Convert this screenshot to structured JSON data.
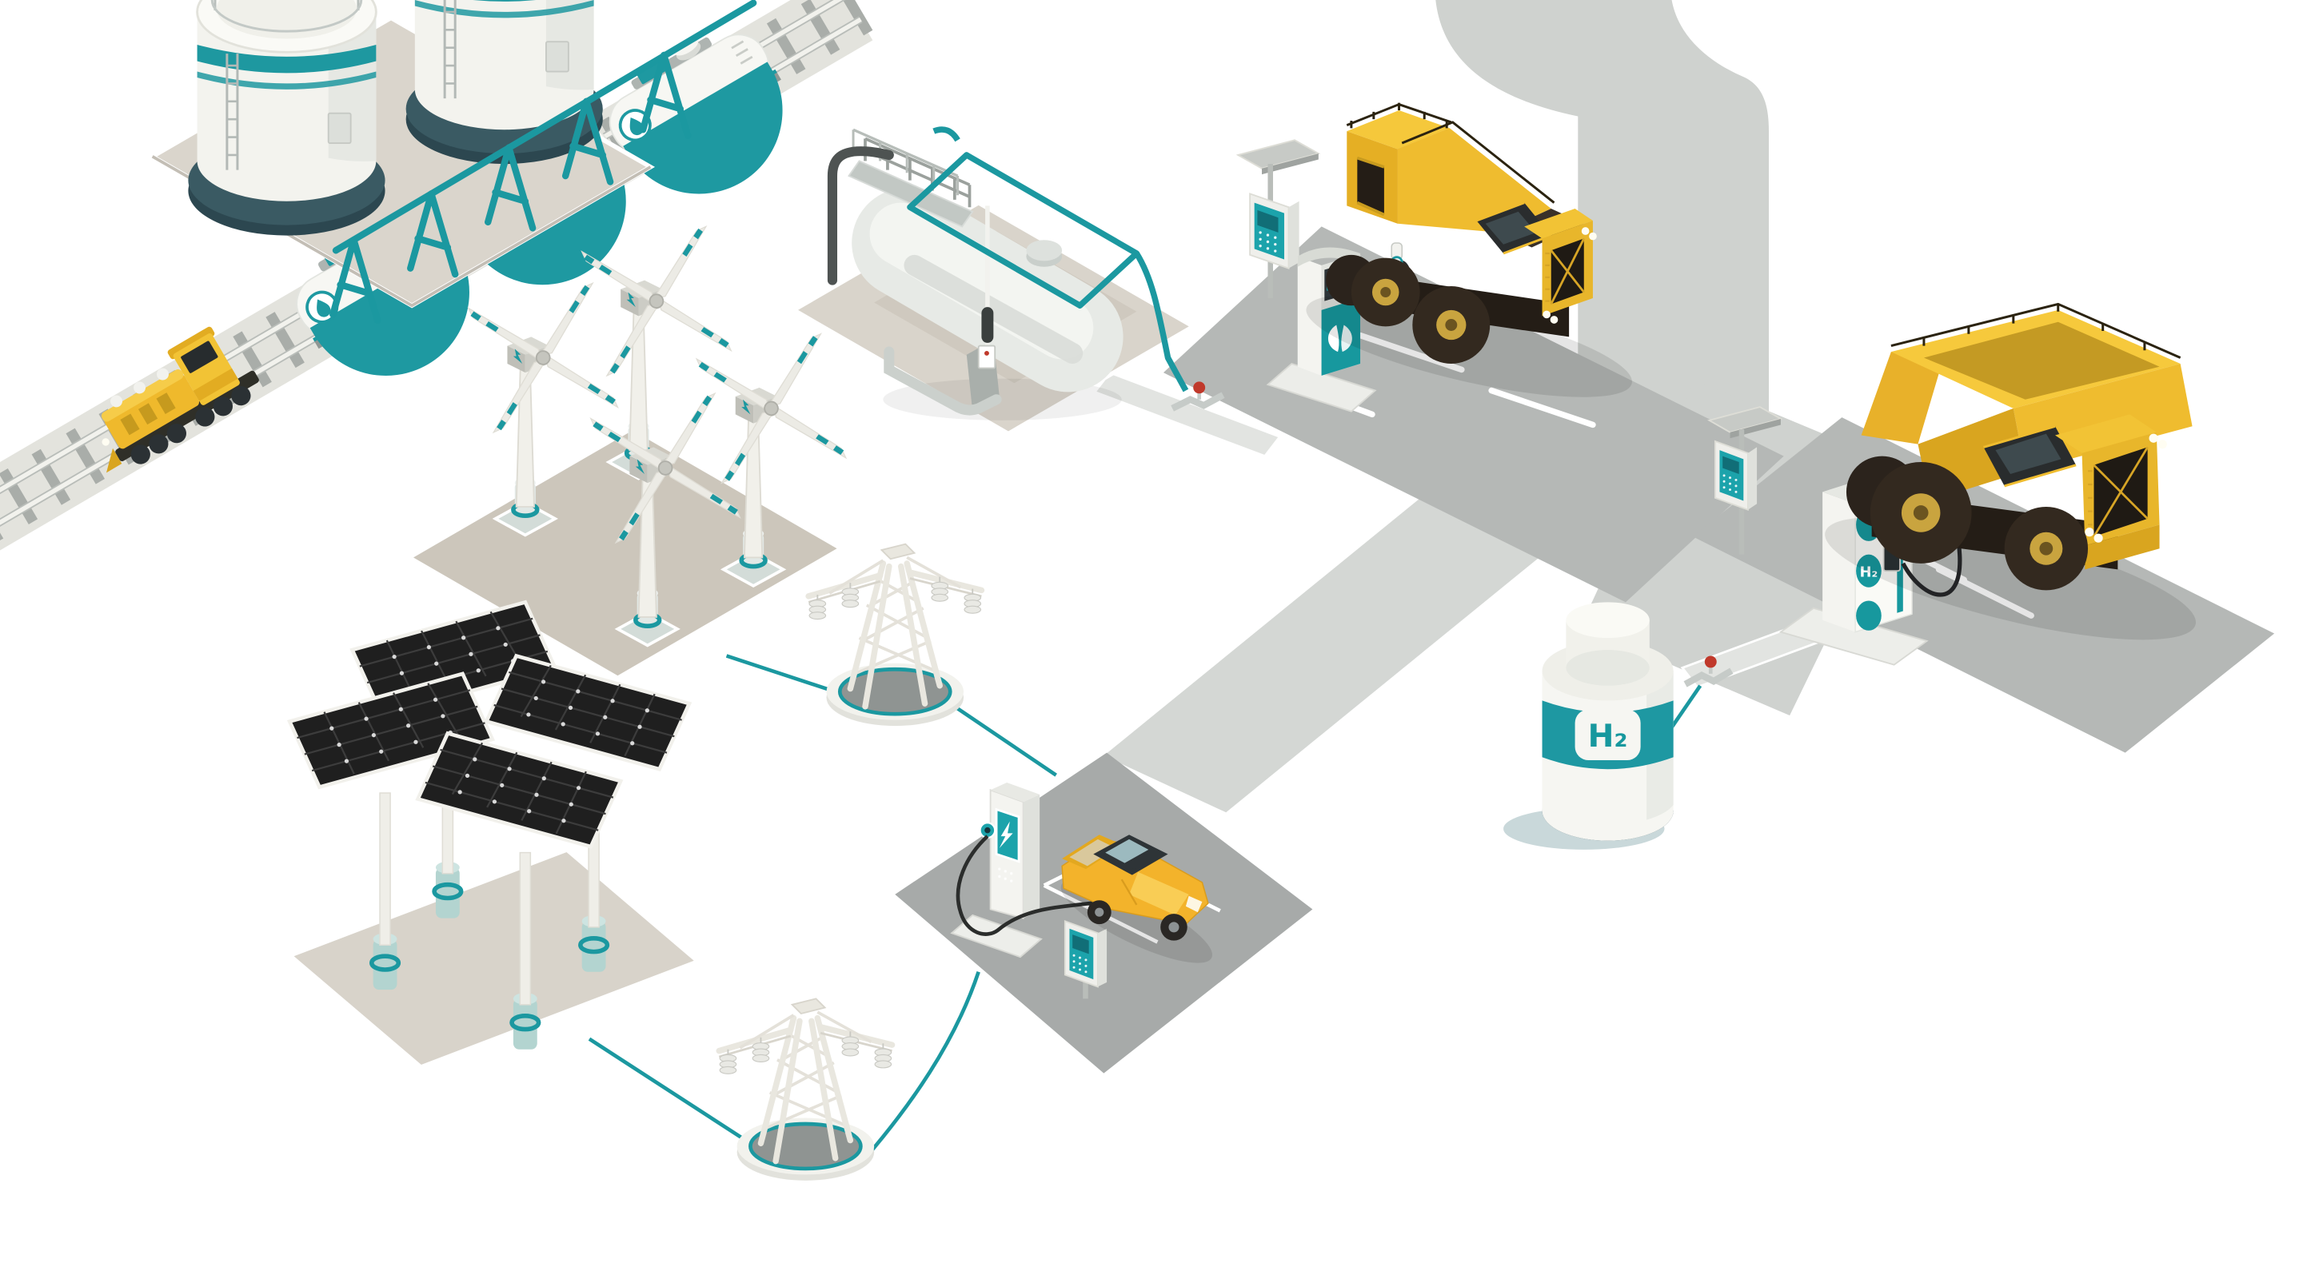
{
  "title": "Green hydrogen and electric mining infrastructure - isometric illustration",
  "labels": {
    "h2_storage_cylinder": "H₂",
    "h2_dispenser": "H₂"
  },
  "palette": {
    "teal": "#1B98A0",
    "teal_dark": "#116E77",
    "teal_screen": "#1CA3AB",
    "navy_base": "#23404A",
    "yellow": "#EFBC2F",
    "yellow_light": "#F6C93C",
    "yellow_dark": "#D9A51F",
    "taxi_yellow": "#F3B32B",
    "road_gray": "#CFD2CF",
    "road_light": "#D4D7D4",
    "pad_gray": "#B5B8B6",
    "pad_dark": "#A7AAA9",
    "walkway": "#E2E4E1",
    "platform_beige": "#D8D3CA",
    "platform_wind": "#CCC6BB",
    "ballast": "#E3E3DD",
    "tie_gray": "#A9ADA9",
    "tank_white": "#F6F6F2",
    "panel_black": "#1F1F1F",
    "tire": "#33291F",
    "cab_dark": "#2A2D2E",
    "valve_red": "#C0392B",
    "steel": "#A9AFAB"
  },
  "scene": {
    "items": [
      {
        "name": "fuel-storage-tanks",
        "desc": "two white cylindrical storage tanks with teal bands on a beige platform"
      },
      {
        "name": "tanker-train",
        "desc": "yellow locomotive pulling three white tanker cars with teal stripes and droplet badges"
      },
      {
        "name": "railroad-track",
        "desc": "diagonal railway with gray ties"
      },
      {
        "name": "loading-gantry",
        "desc": "teal pipe loading gantry along the railway"
      },
      {
        "name": "wind-turbine-farm",
        "desc": "four wind turbines with teal-striped blades on a platform"
      },
      {
        "name": "horizontal-gas-tank",
        "desc": "horizontal storage tank with railing, dark pipe and teal pipeline loop"
      },
      {
        "name": "biofuel-dispenser",
        "desc": "white and teal fuel dispenser with leaf logo serving a mining truck"
      },
      {
        "name": "mining-truck-flatbed",
        "desc": "yellow mining haul truck being refueled"
      },
      {
        "name": "mining-dump-truck",
        "desc": "large yellow dump truck with raised bed at hydrogen dispenser"
      },
      {
        "name": "h2-dispenser",
        "desc": "hydrogen dispenser cabinet with teal ovals and H2 label"
      },
      {
        "name": "h2-storage-cylinder",
        "desc": "white hydrogen cylinder with teal H2 band connected by pipe"
      },
      {
        "name": "payment-terminal",
        "desc": "three pole or post mounted teal payment terminals"
      },
      {
        "name": "transmission-towers",
        "desc": "two lattice pylons on round bases linked by teal cables"
      },
      {
        "name": "solar-panel-array",
        "desc": "four dark solar panels on poles over a platform"
      },
      {
        "name": "ev-charging-station",
        "desc": "EV fast charger with lightning screen charging a yellow taxi"
      },
      {
        "name": "electric-taxi",
        "desc": "yellow sedan parked on dark pad"
      },
      {
        "name": "roads",
        "desc": "S-curved road with junction, parking pads and light walkways"
      }
    ]
  }
}
